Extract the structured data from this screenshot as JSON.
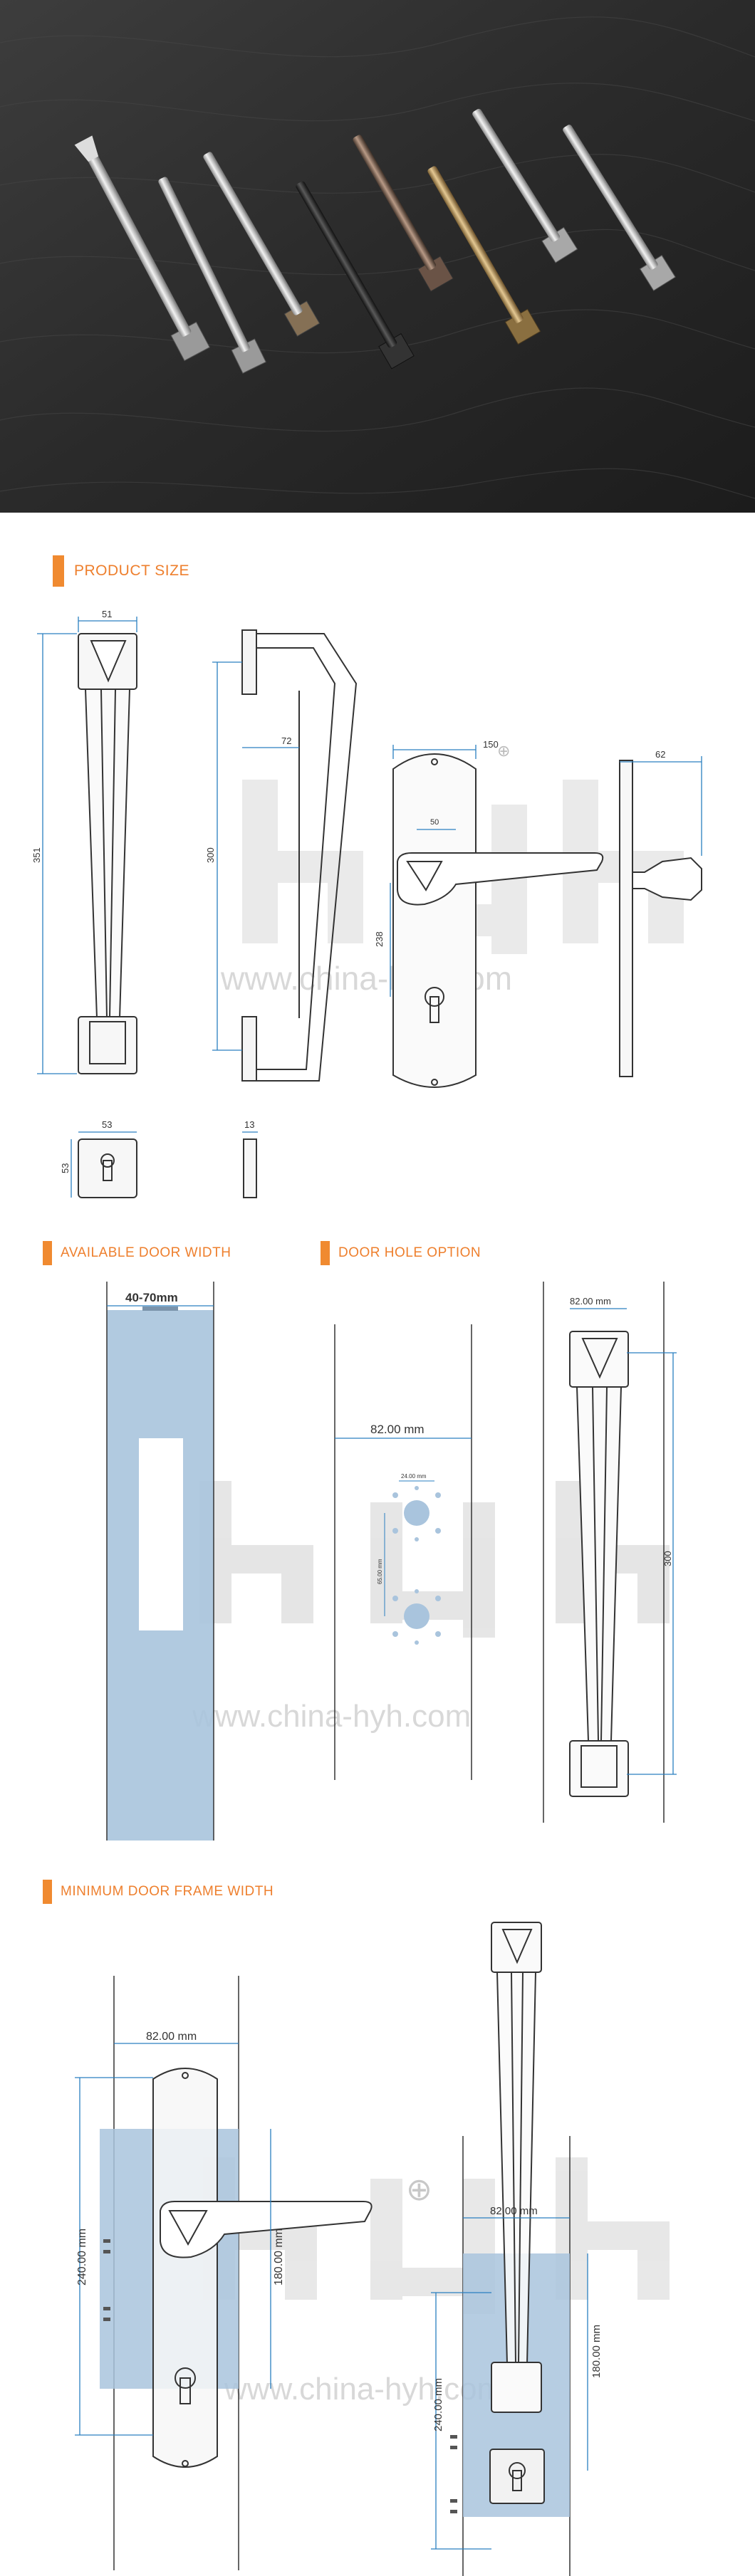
{
  "sections": {
    "product_size": "PRODUCT SIZE",
    "door_width": "AVAILABLE DOOR WIDTH",
    "hole_option": "DOOR HOLE OPTION",
    "frame_width": "MINIMUM DOOR FRAME WIDTH"
  },
  "watermark": {
    "url": "www.china-hyh.com"
  },
  "dims": {
    "d51": "51",
    "d351": "351",
    "d72": "72",
    "d300": "300",
    "d150": "150",
    "d50": "50",
    "d238": "238",
    "d62": "62",
    "d53a": "53",
    "d53b": "53",
    "d13": "13",
    "door_range": "40-70mm",
    "hole_82": "82.00 mm",
    "hole_24": "24.00 mm",
    "hole_65": "65.00 mm",
    "side_82": "82.00 mm",
    "side_300": "300",
    "f_82a": "82.00 mm",
    "f_240a": "240.00 mm",
    "f_180a": "180.00 mm",
    "f_82b": "82.00 mm",
    "f_240b": "240.00 mm",
    "f_180b": "180.00 mm"
  },
  "colors": {
    "accent": "#f08a30",
    "dimension": "#2a7fc0",
    "door": "#a9c4dd",
    "background": "#2f2f2f"
  }
}
